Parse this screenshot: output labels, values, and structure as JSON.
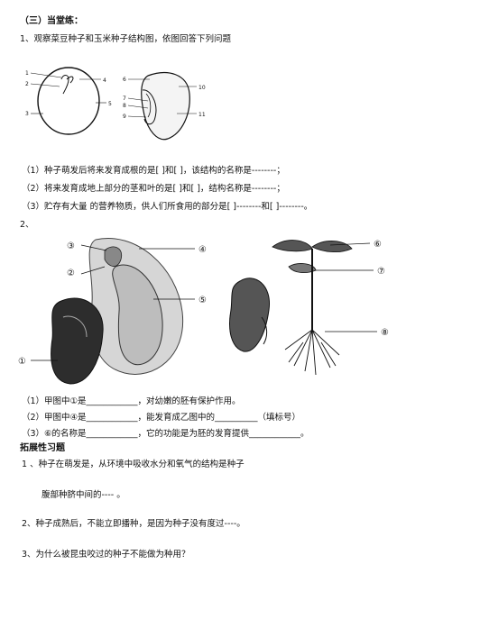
{
  "section_title": "（三）当堂练：",
  "q1_intro": "1、观察菜豆种子和玉米种子结构图，依图回答下列问题",
  "fig1": {
    "bean_labels": [
      "1",
      "2",
      "3",
      "4",
      "5"
    ],
    "corn_labels": [
      "6",
      "7",
      "8",
      "9",
      "10",
      "11"
    ]
  },
  "q1_items": [
    "（1）种子萌发后将来发育成根的是[  ]和[  ]，该结构的名称是--------；",
    "（2）将来发育成地上部分的茎和叶的是[  ]和[  ]，结构名称是--------；",
    "（3）贮存有大量  的营养物质，供人们所食用的部分是[  ]--------和[  ]--------。"
  ],
  "q2_label": "2、",
  "fig2": {
    "labels": [
      "③",
      "④",
      "②",
      "⑤",
      "①",
      "⑥",
      "⑦",
      "⑧"
    ]
  },
  "q2_items": [
    "（1）甲图中①是____________，对幼嫩的胚有保护作用。",
    "（2）甲图中④是____________，能发育成乙图中的__________（填标号）",
    "（3）⑥的名称是____________，它的功能是为胚的发育提供____________。"
  ],
  "ext_title": "拓展性习题",
  "ext_items": [
    "1 、种子在萌发是，从环境中吸收水分和氧气的结构是种子",
    "腹部种脐中间的----  。",
    "2、种子成熟后，不能立即播种，是因为种子没有度过----。",
    "3、为什么被昆虫咬过的种子不能做为种用？"
  ]
}
